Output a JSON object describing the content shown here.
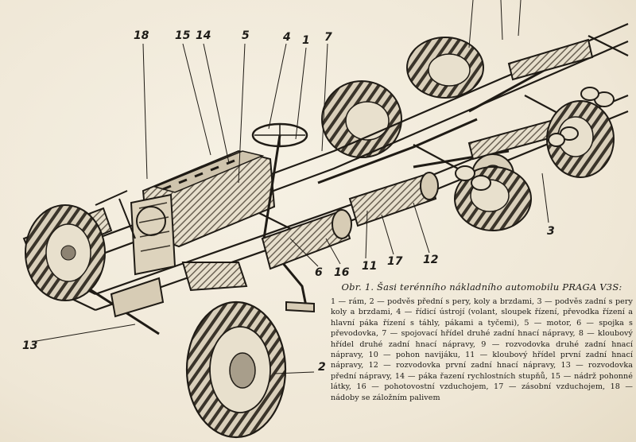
{
  "callouts": {
    "c18": "18",
    "c15": "15",
    "c14": "14",
    "c5": "5",
    "c4": "4",
    "c1": "1",
    "c7": "7",
    "c3": "3",
    "c2": "2",
    "c13": "13",
    "c6": "6",
    "c16": "16",
    "c11": "11",
    "c17": "17",
    "c12": "12"
  },
  "caption": {
    "title": "Obr. 1. Šasi terénního nákladního automobilu PRAGA V3S:",
    "body": "1 — rám, 2 — podvěs přední s pery, koly a brzdami, 3 — podvěs zadní s pery koly a brzdami, 4 — řídicí ústrojí (volant, sloupek řízení, převodka řízení a hlavní páka řízení s táhly, pákami a tyčemi), 5 — motor, 6 — spojka s převodovka, 7 — spojovací hřídel druhé zadní hnací nápravy, 8 — kloubový hřídel druhé zadní hnací nápravy, 9 — rozvodovka druhé zadní hnací nápravy, 10 — pohon navijáku, 11 — kloubový hřídel první zadní hnací nápravy, 12 — rozvodovka první zadní hnací nápravy, 13 — rozvodovka přední nápravy, 14 — páka řazení rychlostních stupňů, 15 — nádrž pohonné látky, 16 — pohotovostní vzduchojem, 17 — zásobní vzduchojem, 18 — nádoby se záložním palivem"
  }
}
